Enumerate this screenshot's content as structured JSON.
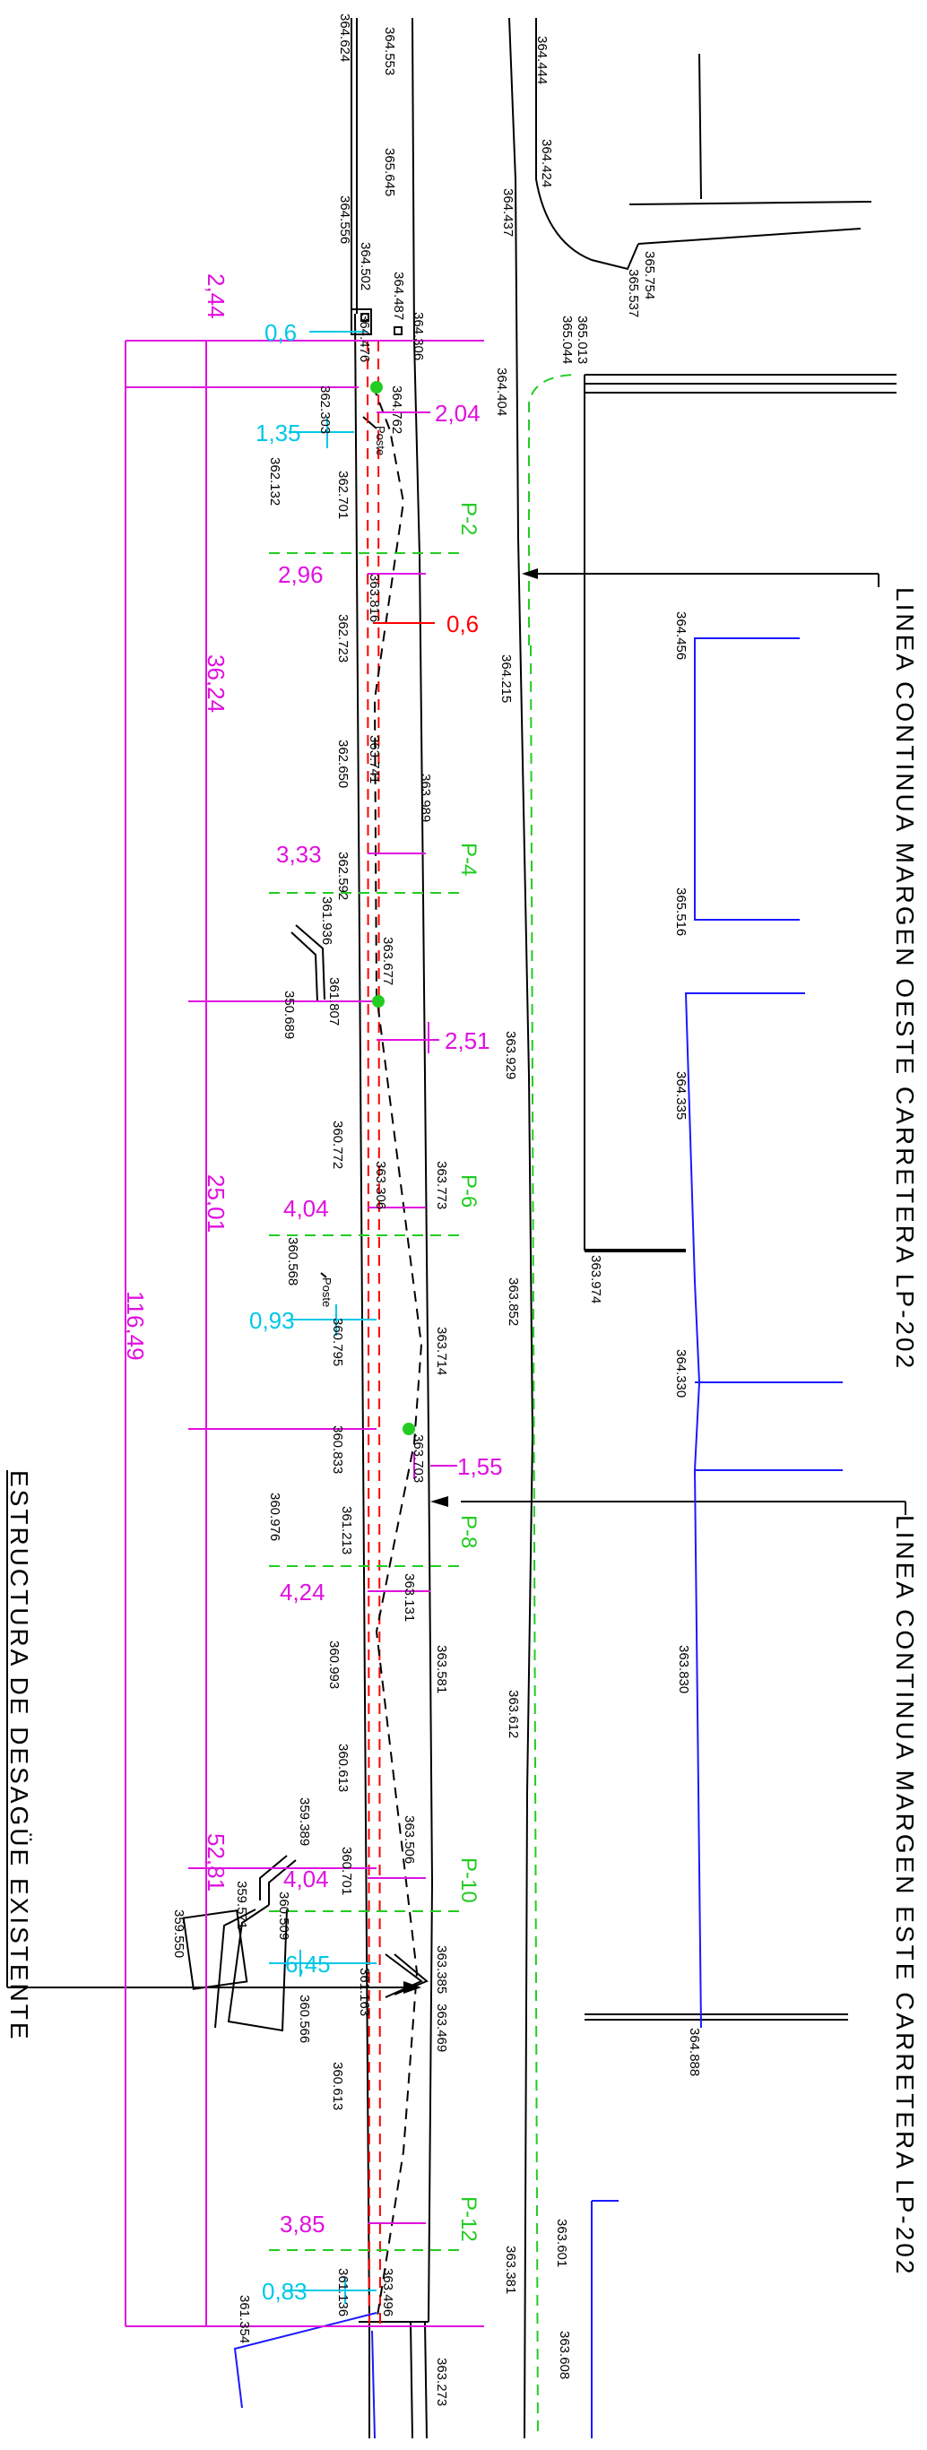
{
  "colors": {
    "magenta": "#e010e0",
    "cyan": "#00c8e6",
    "red": "#ff0000",
    "green": "#22cc22",
    "blue": "#1a1aff",
    "black": "#000000"
  },
  "labels": {
    "oeste": "LINEA CONTINUA MARGEN OESTE CARRETERA LP-202",
    "este": "LINEA CONTINUA MARGEN ESTE CARRETERA LP-202",
    "estructura": "ESTRUCTURA DE DESAGÜE EXISTENTE",
    "poste": "Poste"
  },
  "stations": [
    "P-2",
    "P-4",
    "P-6",
    "P-8",
    "P-10",
    "P-12"
  ],
  "total_dims": [
    "2,44",
    "36,24",
    "25,01",
    "116,49",
    "52,81"
  ],
  "widths_magenta": [
    "2,04",
    "2,96",
    "3,33",
    "2,51",
    "4,04",
    "1,55",
    "4,24",
    "4,04",
    "3,85"
  ],
  "widths_cyan": [
    "0,6",
    "1,35",
    "0,93",
    "6,45",
    "0,83"
  ],
  "widths_red": [
    "0,6"
  ],
  "elevations": [
    "364.624",
    "364.553",
    "365.645",
    "364.556",
    "364.502",
    "364.487",
    "364.476",
    "364.306",
    "364.762",
    "362.303",
    "362.132",
    "362.701",
    "363.816",
    "362.723",
    "363.741",
    "362.650",
    "363.989",
    "362.592",
    "361.936",
    "363.677",
    "361.807",
    "350.689",
    "360.772",
    "363.306",
    "363.773",
    "360.568",
    "360.795",
    "363.714",
    "360.833",
    "363.703",
    "360.976",
    "361.213",
    "363.131",
    "363.581",
    "360.993",
    "360.613",
    "359.389",
    "363.506",
    "360.701",
    "359.571",
    "360.509",
    "359.550",
    "363.385",
    "361.163",
    "360.566",
    "363.469",
    "360.613",
    "361.136",
    "363.496",
    "361.354",
    "363.273",
    "364.444",
    "364.424",
    "364.437",
    "365.754",
    "365.537",
    "365.013",
    "365.044",
    "364.404",
    "364.215",
    "363.929",
    "363.852",
    "363.612",
    "363.381",
    "364.456",
    "365.516",
    "364.335",
    "363.974",
    "364.330",
    "363.830",
    "364.888",
    "363.601",
    "363.608"
  ]
}
